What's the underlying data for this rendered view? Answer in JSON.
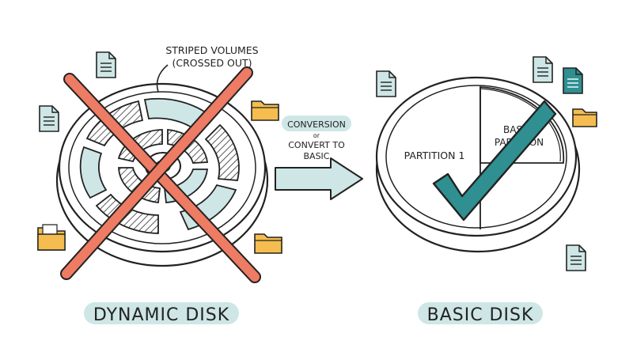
{
  "left": {
    "callout_line1": "STRIPED VOLUMES",
    "callout_line2": "(CROSSED OUT)",
    "title": "DYNAMIC DISK"
  },
  "middle": {
    "label1": "CONVERSION",
    "label_or": "or",
    "label2": "CONVERT TO",
    "label3": "BASIC"
  },
  "right": {
    "partition1": "PARTITION 1",
    "partition2_line1": "BASIC",
    "partition2_line2": "PARTITION",
    "title": "BASIC DISK"
  },
  "colors": {
    "teal_light": "#cfe6e6",
    "teal_dark": "#2f8f91",
    "red_x": "#ee7b63",
    "folder": "#f5bd4f",
    "ink": "#222222"
  },
  "icons": [
    "document-icon",
    "folder-icon",
    "checkmark-icon",
    "arrow-right-icon",
    "cross-icon"
  ]
}
